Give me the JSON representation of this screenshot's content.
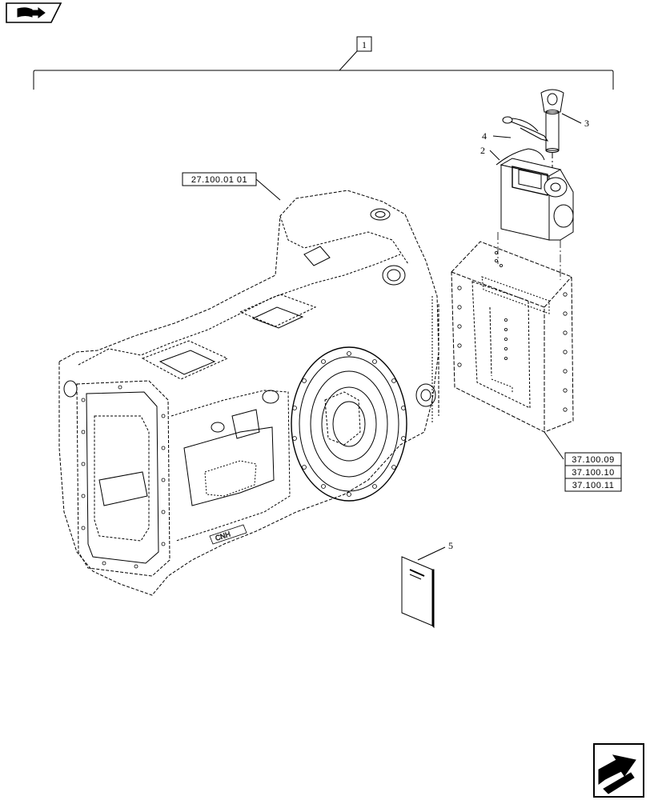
{
  "nav": {
    "top_left_icon": "book-arrow-icon",
    "bottom_right_icon": "next-page-arrow-icon"
  },
  "assembly": {
    "item_label": "1"
  },
  "references": {
    "transmission_housing": "27.100.01 01",
    "drawbar_refs": [
      "37.100.09",
      "37.100.10",
      "37.100.11"
    ]
  },
  "callouts": {
    "pin": "3",
    "clip": "4",
    "bracket": "2",
    "manual": "5"
  }
}
